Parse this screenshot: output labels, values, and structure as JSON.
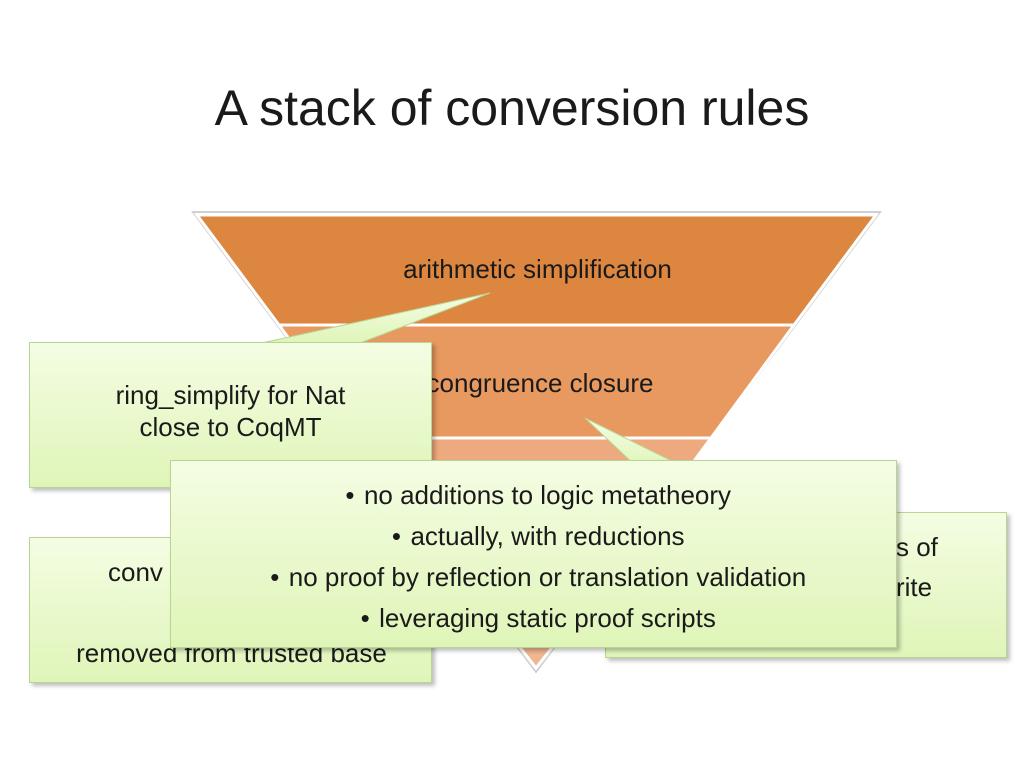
{
  "slide": {
    "title": "A stack of conversion rules"
  },
  "funnel": {
    "layers": [
      {
        "label": "arithmetic simplification",
        "color": "#dd8640"
      },
      {
        "label": "congruence closure",
        "color": "#e8995f"
      },
      {
        "label": "",
        "color": "#edaa7e"
      },
      {
        "label": "",
        "color": "#f0b68f"
      }
    ],
    "stroke": "#ffffff",
    "outline": "#cccccc"
  },
  "callouts": {
    "ring": {
      "lines": [
        "ring_simplify for Nat",
        "close to CoqMT"
      ]
    },
    "bottom_left": {
      "lines": [
        "conv",
        "",
        "removed from trusted base"
      ]
    },
    "right": {
      "lines": [
        "s of",
        "rite"
      ]
    },
    "center": {
      "bullets": [
        "no additions to logic metatheory",
        "actually, with reductions",
        "no proof by reflection or translation validation",
        "leveraging static proof scripts"
      ],
      "bullet_glyph": "•"
    }
  },
  "colors": {
    "callout_fill_top": "#f4fde3",
    "callout_fill_bottom": "#dff5b8",
    "callout_border": "#b9d596"
  }
}
